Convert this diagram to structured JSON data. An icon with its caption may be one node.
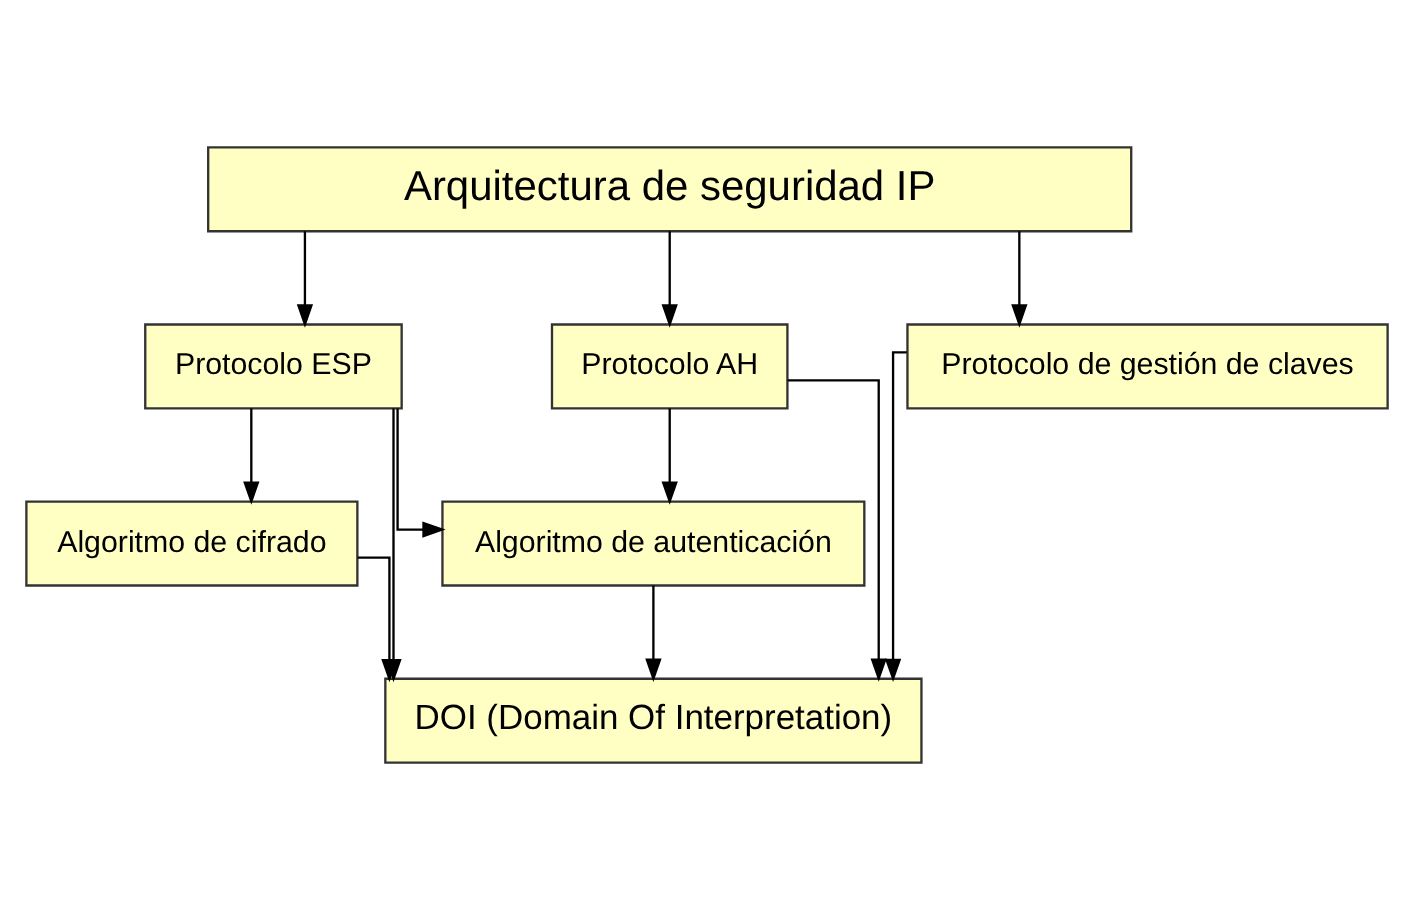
{
  "diagram": {
    "nodes": [
      {
        "text": [
          "Arquitectura de seguridad IP"
        ]
      },
      {
        "text": [
          "Protocolo ESP"
        ]
      },
      {
        "text": [
          "Protocolo de gestión de claves"
        ]
      },
      {
        "text": [
          "Protocolo AH"
        ]
      },
      {
        "text": [
          "Algoritmo de cifrado"
        ]
      },
      {
        "text": [
          "Algoritmo de autenticación"
        ]
      },
      {
        "text": [
          "DOI (Domain Of Interpretation)"
        ]
      }
    ],
    "edges": [
      {
        "from": 0,
        "to": 1,
        "arrow": "to"
      },
      {
        "from": 0,
        "to": 2,
        "arrow": "to"
      },
      {
        "from": 0,
        "to": 3,
        "arrow": "to"
      },
      {
        "from": 1,
        "to": 4,
        "arrow": "to"
      },
      {
        "from": 1,
        "to": 5,
        "arrow": "to"
      },
      {
        "from": 3,
        "to": 5,
        "arrow": "to"
      },
      {
        "from": 1,
        "to": 6,
        "arrow": "to"
      },
      {
        "from": 2,
        "to": 6,
        "arrow": "to"
      },
      {
        "from": 4,
        "to": 6,
        "arrow": "to"
      },
      {
        "from": 5,
        "to": 6,
        "arrow": "to"
      },
      {
        "from": 3,
        "to": 6,
        "arrow": "to"
      }
    ]
  }
}
